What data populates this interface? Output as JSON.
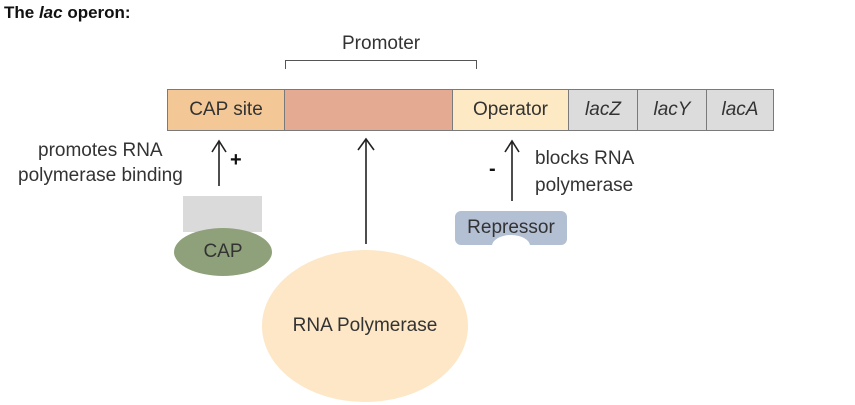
{
  "title": {
    "prefix": "The ",
    "italic": "lac",
    "suffix": " operon:"
  },
  "promoter_label": "Promoter",
  "segments": {
    "cap_site": "CAP site",
    "operator": "Operator",
    "lacZ": "lacZ",
    "lacY": "lacY",
    "lacA": "lacA"
  },
  "cap": {
    "effect_line1": "promotes RNA",
    "effect_line2": "polymerase binding",
    "sign": "+",
    "label": "CAP"
  },
  "repressor": {
    "effect_line1": "blocks RNA",
    "effect_line2": "polymerase",
    "sign": "-",
    "label": "Repressor"
  },
  "rna_polymerase": {
    "label": "RNA Polymerase"
  },
  "colors": {
    "cap_site": "#f3c896",
    "promoter_core": "#e5aa92",
    "operator": "#fde9c3",
    "genes": "#dcdcdc",
    "cap_protein": "#8fa17a",
    "repressor_protein": "#b3bfd3",
    "rna_polymerase": "#fde7c6"
  }
}
